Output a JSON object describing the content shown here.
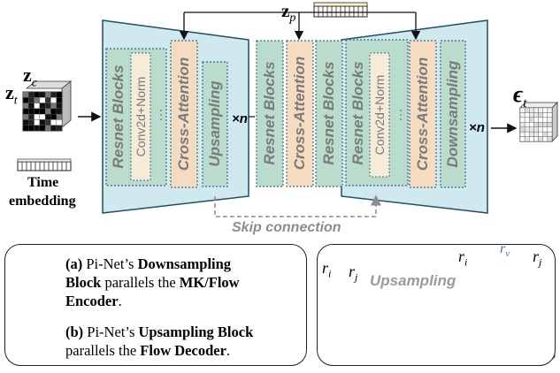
{
  "inputs": {
    "zc": "z",
    "zc_sub": "c",
    "zt": "z",
    "zt_sub": "t",
    "zp": "z",
    "zp_sub": "p",
    "time_line1": "Time",
    "time_line2": "embedding"
  },
  "output": {
    "eps": "ϵ",
    "eps_sub": "t"
  },
  "left_block": {
    "resnet": "Resnet Blocks",
    "conv": "Conv2d+Norm",
    "dots": "…",
    "cross": "Cross-Attention",
    "sampling": "Upsampling",
    "times_n": "×n"
  },
  "middle_block": {
    "resnet_a": "Resnet Blocks",
    "cross": "Cross-Attention",
    "resnet_b": "Resnet Blocks"
  },
  "right_block": {
    "resnet": "Resnet Blocks",
    "conv": "Conv2d+Norm",
    "dots": "…",
    "cross": "Cross-Attention",
    "sampling": "Downsampling",
    "times_n": "×n"
  },
  "skip_label": "Skip connection",
  "legend": {
    "a_prefix": "(a)",
    "a_t1": " Pi-Net’s ",
    "a_b1": "Downsampling",
    "a_b2": "Block",
    "a_t2": " parallels the ",
    "a_b3": "MK/Flow",
    "a_b4": "Encoder",
    "a_t3": ".",
    "b_prefix": "(b)",
    "b_t1": " Pi-Net’s ",
    "b_b1": "Upsampling Block",
    "b_t2": "parallels the ",
    "b_b2": "Flow Decoder",
    "b_t3": "."
  },
  "upsampling_panel": {
    "title": "Upsampling",
    "ri_left": "r",
    "ri_left_sub": "i",
    "rj_left": "r",
    "rj_left_sub": "j",
    "ri_right": "r",
    "ri_right_sub": "i",
    "rv": "r",
    "rv_sub": "v",
    "rj_right": "r",
    "rj_right_sub": "j"
  },
  "colors": {
    "trapezoid_fill": "#cfe9ef",
    "trapezoid_stroke": "#1f4f63",
    "resnet_fill": "#b9dccd",
    "cross_fill": "#f5dcc0",
    "conv_fill": "#f4ecd6",
    "block_text": "#7a7a7a",
    "skip_color": "#8c8c8c",
    "rv_color": "#3a7fa0"
  }
}
